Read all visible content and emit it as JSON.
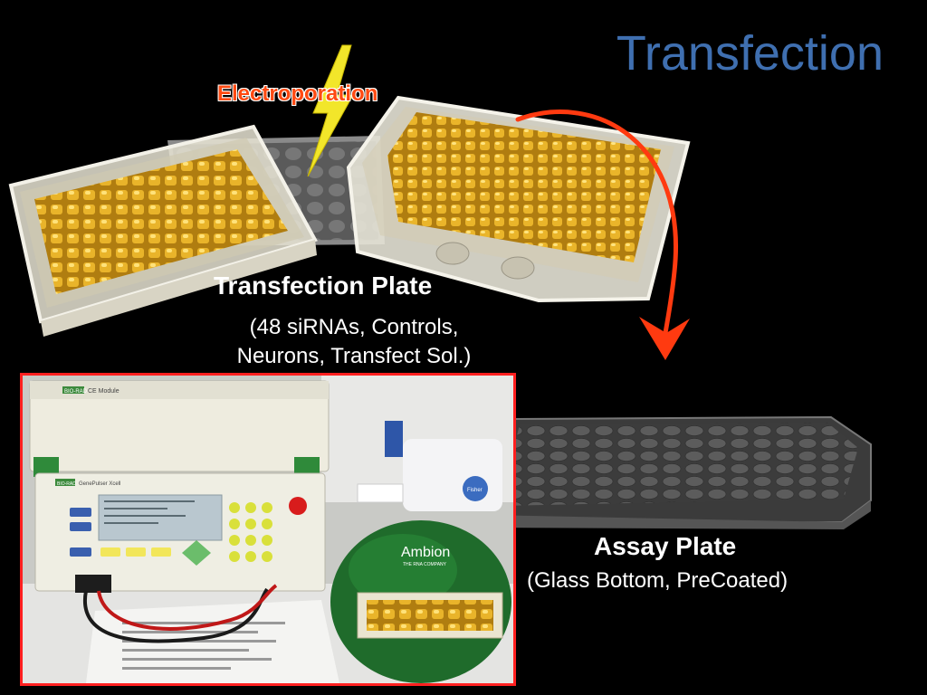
{
  "slide": {
    "title": "Transfection",
    "electroporation_label": "Electroporation",
    "transfection_plate": {
      "title": "Transfection Plate",
      "subtitle_line1": "(48 siRNAs, Controls,",
      "subtitle_line2": "Neurons, Transfect Sol.)"
    },
    "assay_plate": {
      "title": "Assay Plate",
      "subtitle": "(Glass Bottom, PreCoated)"
    },
    "photo": {
      "brand_top": "BIO-RAD",
      "module_label": "CE Module",
      "brand_bottom": "BIO-RAD",
      "device_name": "GenePulser Xcell",
      "ambion_logo": "Ambion",
      "ambion_tagline": "THE RNA COMPANY",
      "fisher_label": "Fisher"
    },
    "colors": {
      "title_blue": "#3f6fb0",
      "electro_orange": "#ff4a12",
      "arrow_red": "#ff3a10",
      "photo_border": "#ff2020",
      "gold": "#d9a21a"
    }
  }
}
